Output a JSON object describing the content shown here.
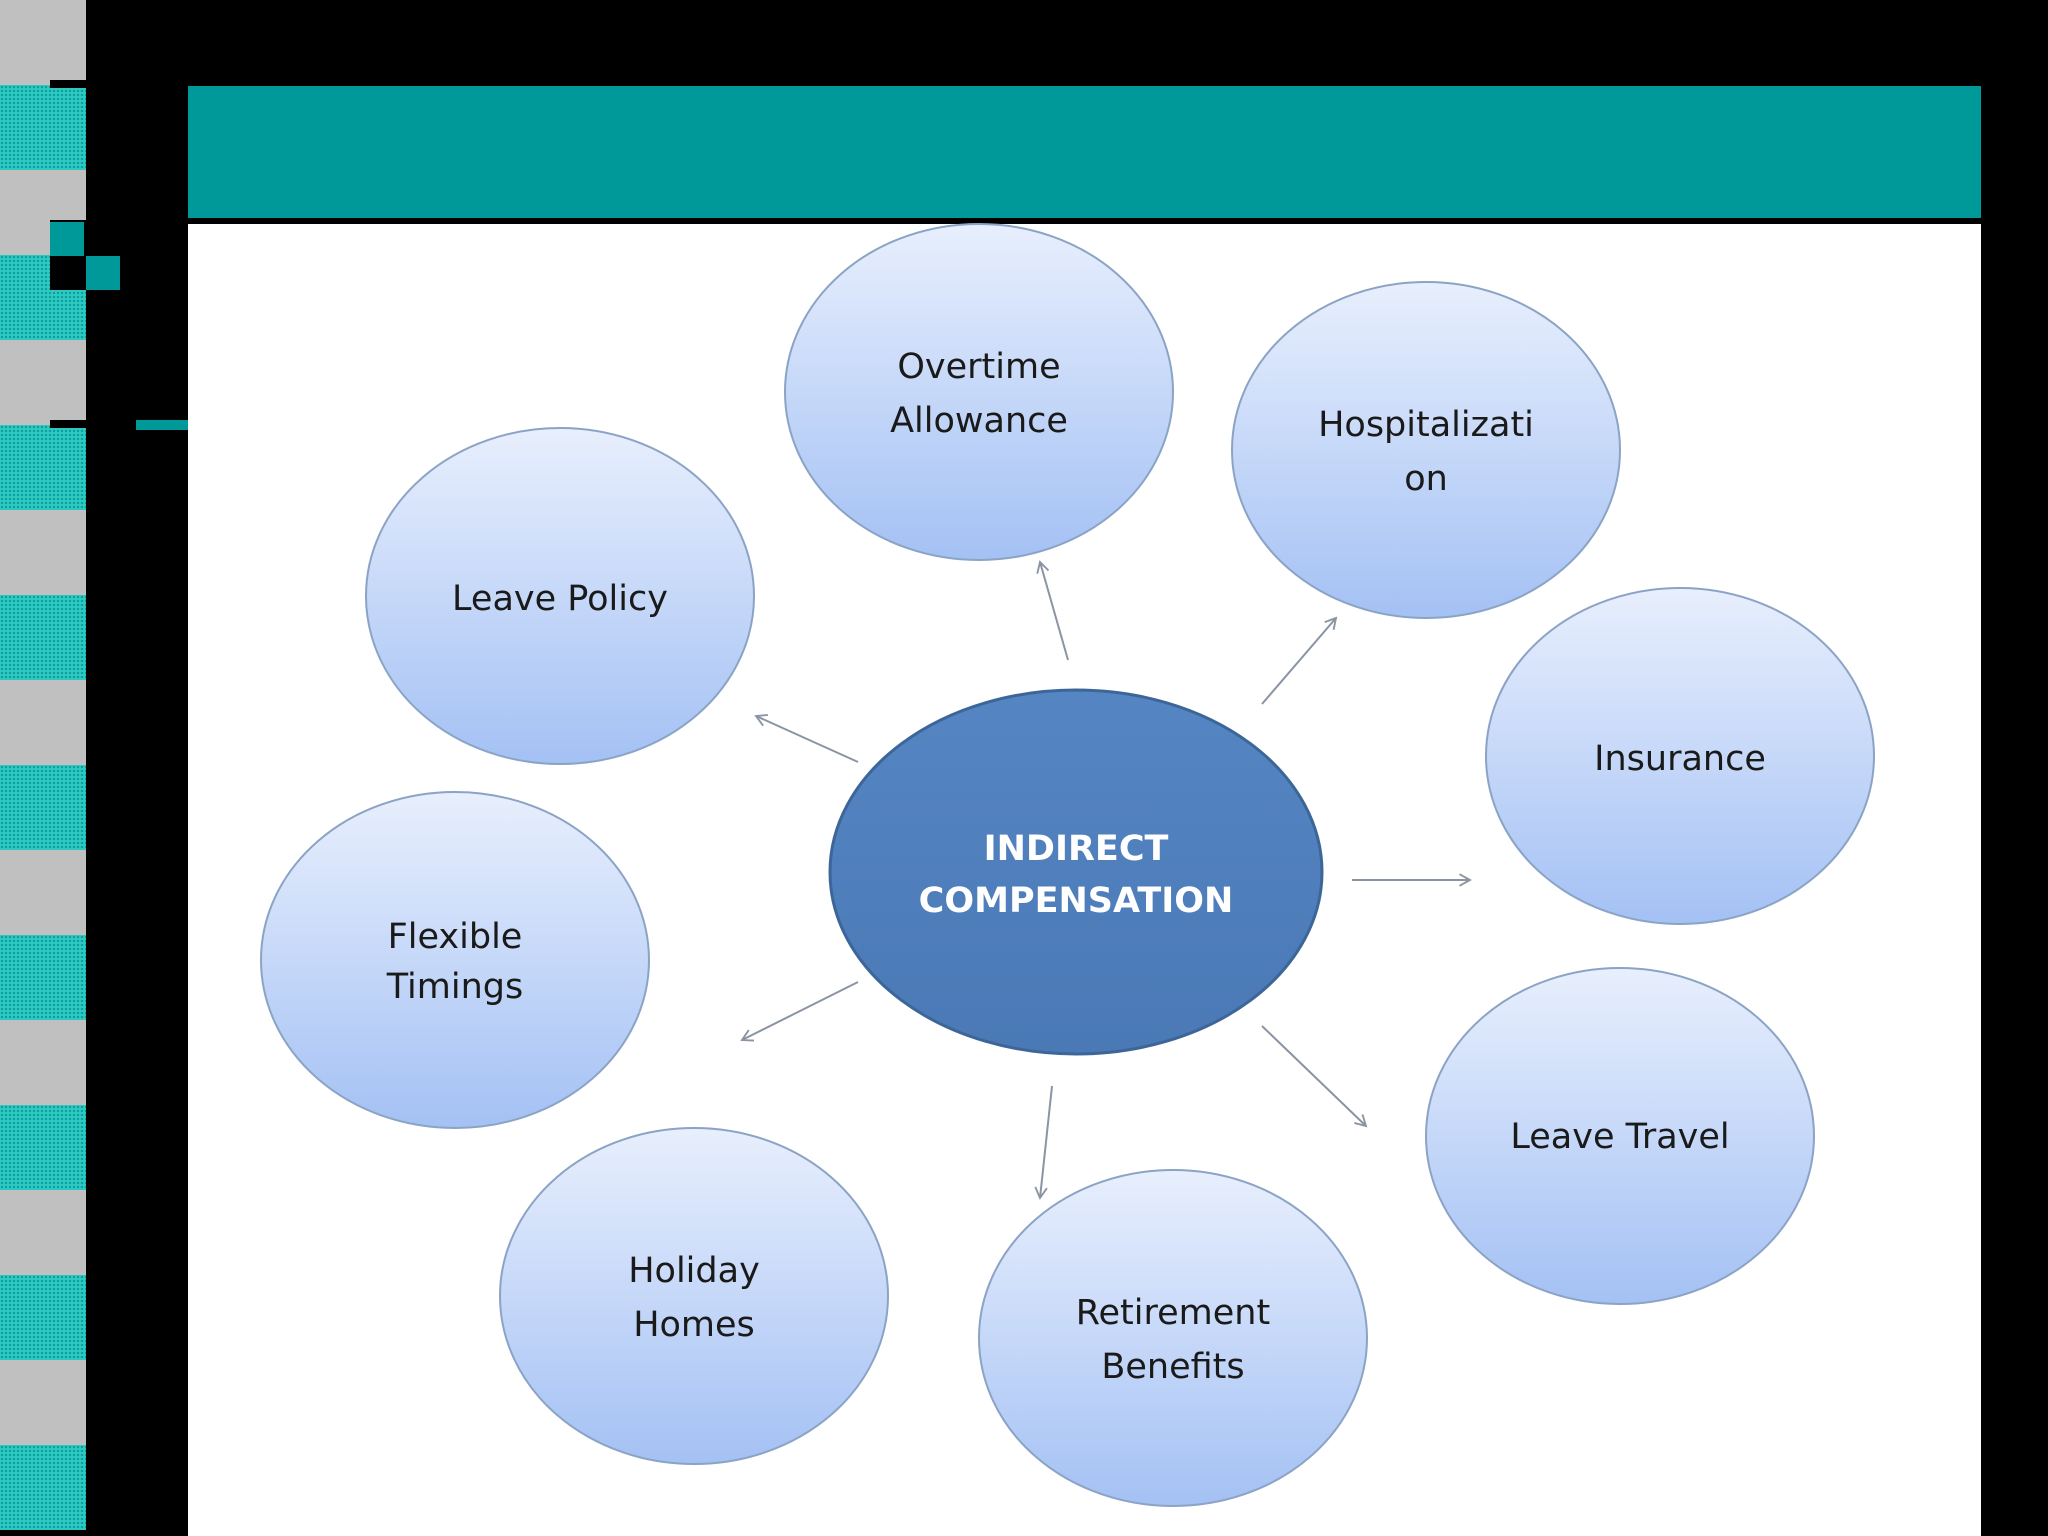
{
  "slide": {
    "title": "",
    "colors": {
      "title_bar": "#009999",
      "background": "#000000",
      "content": "#ffffff",
      "node_light": "#e6eefc",
      "node_dark": "#a6c3f5",
      "center_fill": "#4f7fbd",
      "arrow": "#8a95a3"
    }
  },
  "diagram": {
    "center": {
      "line1": "INDIRECT",
      "line2": "COMPENSATION"
    },
    "nodes": [
      {
        "id": "overtime",
        "line1": "Overtime",
        "line2": "Allowance"
      },
      {
        "id": "hospitalization",
        "line1": "Hospitalizati",
        "line2": "on"
      },
      {
        "id": "insurance",
        "line1": "Insurance",
        "line2": ""
      },
      {
        "id": "leave-travel",
        "line1": "Leave Travel",
        "line2": ""
      },
      {
        "id": "retirement",
        "line1": "Retirement",
        "line2": "Benefits"
      },
      {
        "id": "holiday",
        "line1": "Holiday",
        "line2": "Homes"
      },
      {
        "id": "flexible",
        "line1": "Flexible",
        "line2": "Timings"
      },
      {
        "id": "leave-policy",
        "line1": "Leave Policy",
        "line2": ""
      }
    ]
  }
}
